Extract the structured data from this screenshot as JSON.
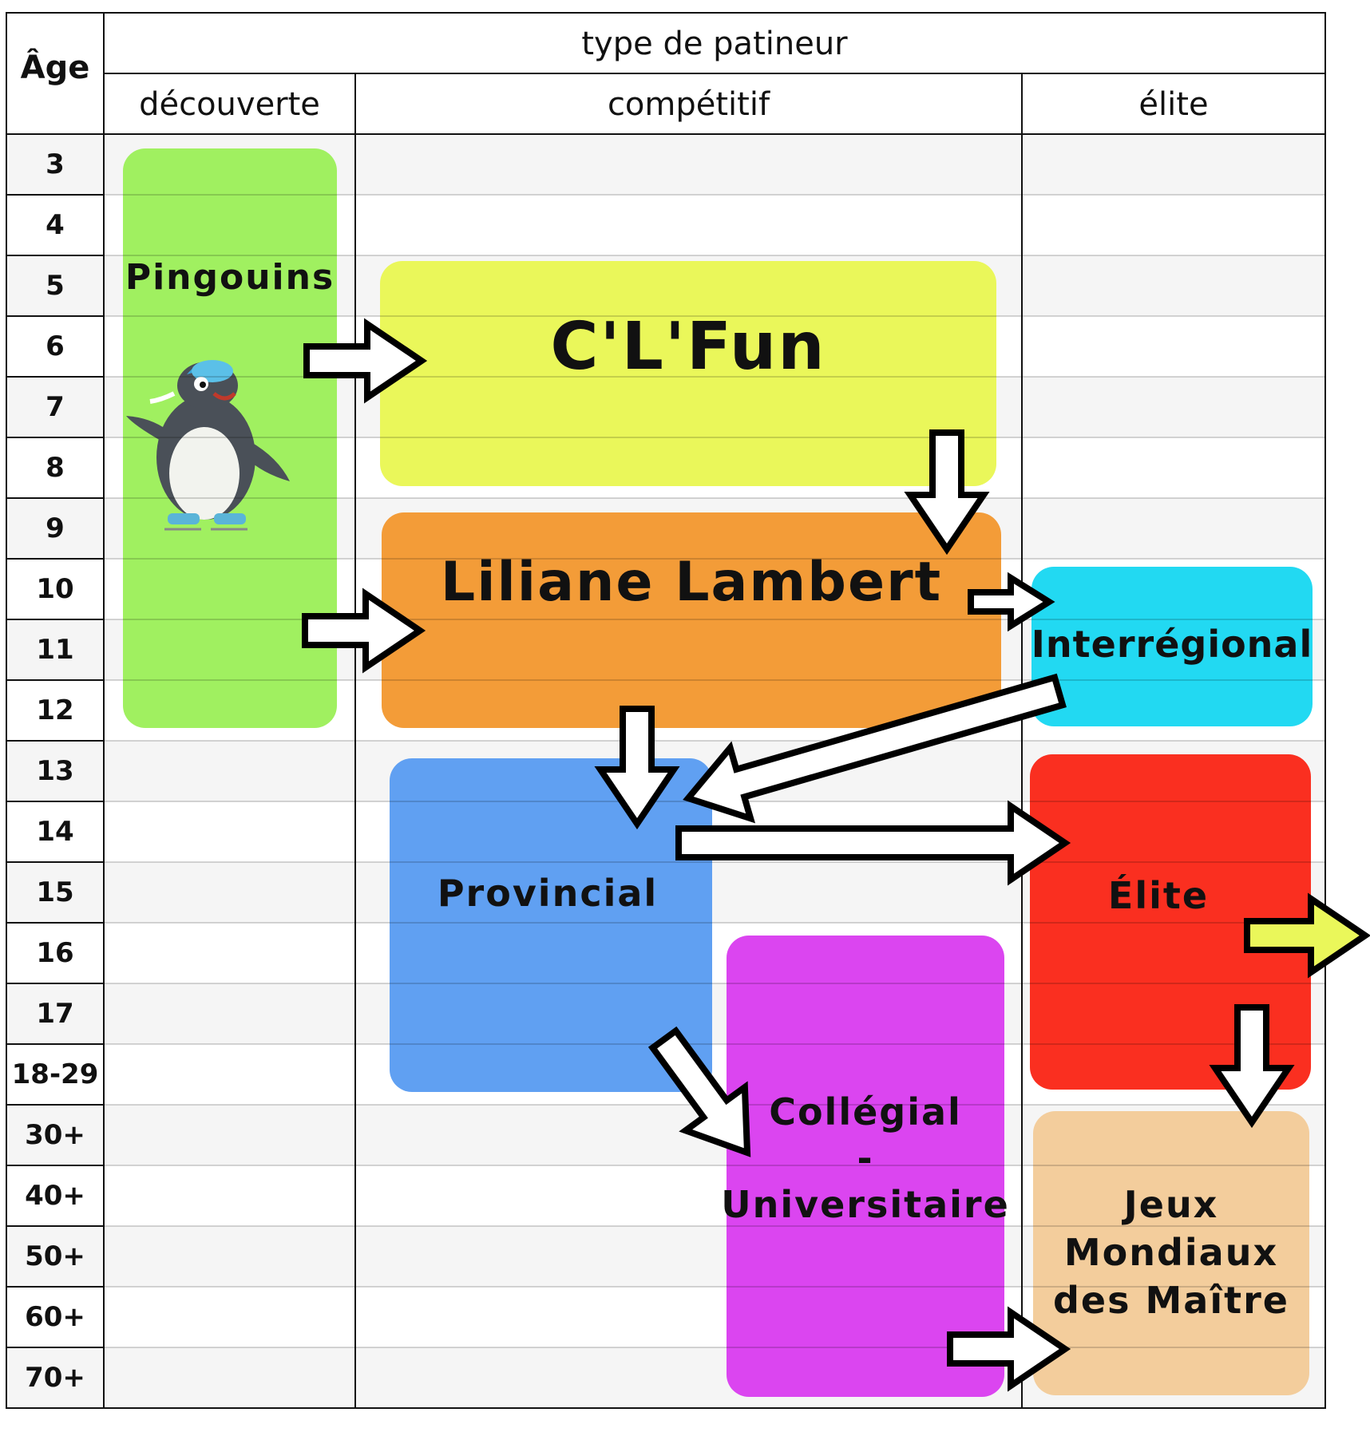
{
  "header": {
    "age_label": "Âge",
    "group_label": "type de patineur",
    "columns": [
      "découverte",
      "compétitif",
      "élite"
    ]
  },
  "ages": [
    "3",
    "4",
    "5",
    "6",
    "7",
    "8",
    "9",
    "10",
    "11",
    "12",
    "13",
    "14",
    "15",
    "16",
    "17",
    "18-29",
    "30+",
    "40+",
    "50+",
    "60+",
    "70+"
  ],
  "programs": {
    "pingouins": "Pingouins",
    "clfun": "C'L'Fun",
    "liliane": "Liliane Lambert",
    "interregional": "Interrégional",
    "provincial": "Provincial",
    "elite": "Élite",
    "collegial_line1": "Collégial",
    "collegial_line2": "-",
    "collegial_line3": "Universitaire",
    "jeux_line1": "Jeux",
    "jeux_line2": "Mondiaux",
    "jeux_line3": "des Maître"
  },
  "colors": {
    "pingouins": "#a0f060",
    "clfun": "#eaf75a",
    "liliane": "#f39c38",
    "interregional": "#22d9f2",
    "provincial": "#60a0f2",
    "elite": "#fa2f20",
    "collegial": "#db45f0",
    "jeux": "#f3cd9c",
    "exit_arrow": "#eaf75a"
  },
  "icons": {
    "mascot": "penguin-skater-icon"
  }
}
